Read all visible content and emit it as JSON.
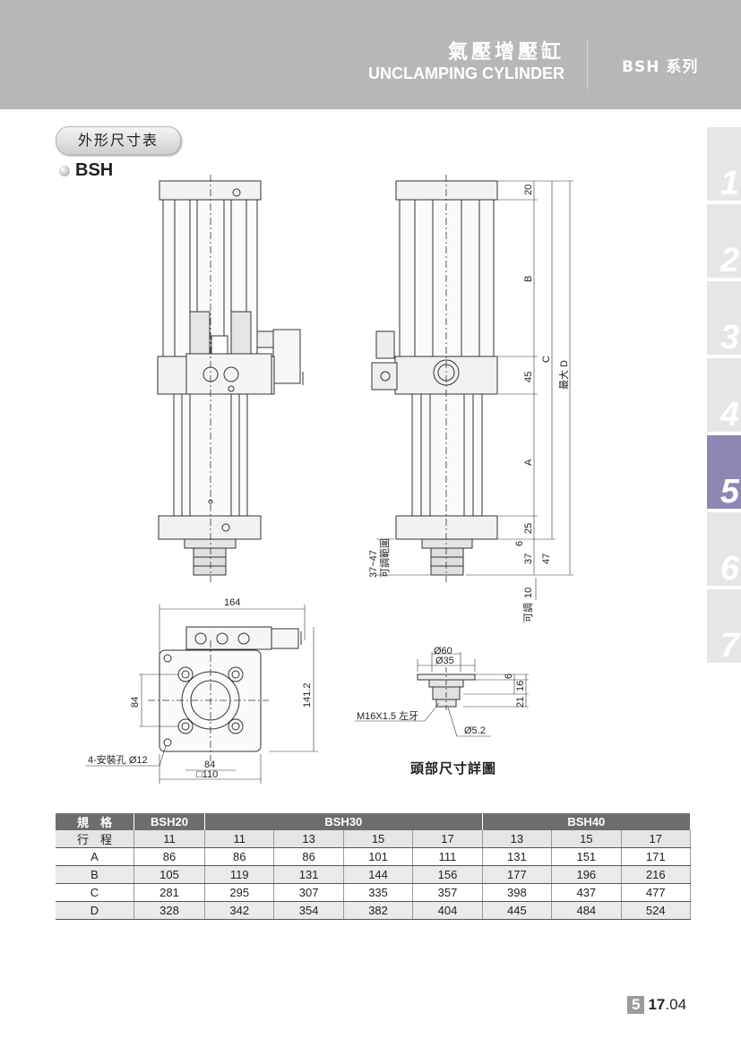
{
  "header": {
    "title_cn": "氣壓增壓缸",
    "title_en": "UNCLAMPING CYLINDER",
    "series": "BSH 系列"
  },
  "section": {
    "title": "外形尺寸表",
    "model": "BSH"
  },
  "chapter_tabs": [
    "1",
    "2",
    "3",
    "4",
    "5",
    "6",
    "7"
  ],
  "active_tab": "5",
  "drawing": {
    "dims_side": [
      "20",
      "B",
      "C",
      "最大 D",
      "45",
      "A",
      "25",
      "6",
      "37",
      "47",
      "10"
    ],
    "adjust_range": "37~47",
    "adjust_label": "可調範圍",
    "adjust_label_short": "可調",
    "bottom_dims": {
      "width": "164",
      "height": "141.2",
      "inner": "84",
      "inner_v": "84",
      "square": "□110",
      "hole": "4-安裝孔 Ø12"
    },
    "head_dims": {
      "d60": "Ø60",
      "d35": "Ø35",
      "thread": "M16X1.5 左牙",
      "d52": "Ø5.2",
      "h6": "6",
      "h16": "16",
      "h21": "21"
    },
    "head_caption": "頭部尺寸詳圖"
  },
  "table": {
    "header": [
      "規　格",
      "BSH20",
      "BSH30",
      "BSH40"
    ],
    "stroke_label": "行　程",
    "strokes": [
      "11",
      "11",
      "13",
      "15",
      "17",
      "13",
      "15",
      "17"
    ],
    "rows": [
      {
        "label": "A",
        "values": [
          "86",
          "86",
          "86",
          "101",
          "111",
          "131",
          "151",
          "171"
        ]
      },
      {
        "label": "B",
        "values": [
          "105",
          "119",
          "131",
          "144",
          "156",
          "177",
          "196",
          "216"
        ]
      },
      {
        "label": "C",
        "values": [
          "281",
          "295",
          "307",
          "335",
          "357",
          "398",
          "437",
          "477"
        ]
      },
      {
        "label": "D",
        "values": [
          "328",
          "342",
          "354",
          "382",
          "404",
          "445",
          "484",
          "524"
        ]
      }
    ]
  },
  "footer": {
    "chapter": "5",
    "page_major": "17",
    "page_minor": ".04"
  }
}
